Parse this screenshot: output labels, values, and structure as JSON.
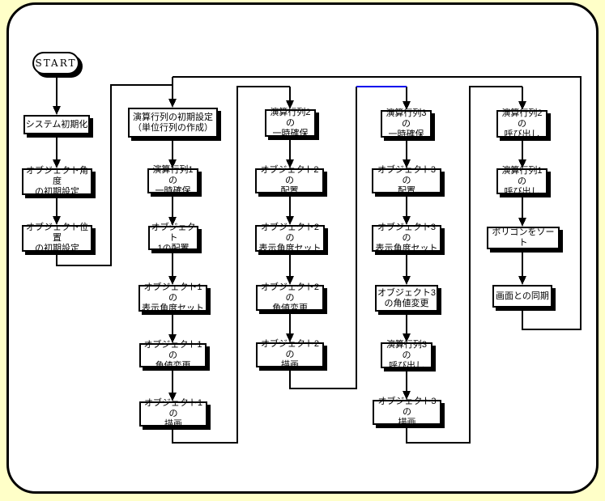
{
  "diagram": {
    "type": "flowchart",
    "language": "ja",
    "nodes": [
      {
        "id": "start",
        "label": "START"
      },
      {
        "id": "system-init",
        "label": "システム初期化"
      },
      {
        "id": "object-angle-init",
        "label": "オブジェクト角度\nの初期設定"
      },
      {
        "id": "object-position-init",
        "label": "オブジェクト位置\nの初期設定"
      },
      {
        "id": "matrix-init",
        "label": "演算行列の初期設定\n（単位行列の作成）"
      },
      {
        "id": "matrix1-alloc",
        "label": "演算行列1の\n一時確保"
      },
      {
        "id": "object1-place",
        "label": "オブジェクト\n1の配置"
      },
      {
        "id": "object1-angle-set",
        "label": "オブジェクト1の\n表示角度セット"
      },
      {
        "id": "object1-angle-change",
        "label": "オブジェクト1の\n角値変更"
      },
      {
        "id": "object1-draw",
        "label": "オブジェクト1の\n描画"
      },
      {
        "id": "matrix2-alloc",
        "label": "演算行列2の\n一時確保"
      },
      {
        "id": "object2-place",
        "label": "オブジェクト2の\n配置"
      },
      {
        "id": "object2-angle-set",
        "label": "オブジェクト2の\n表示角度セット"
      },
      {
        "id": "object2-angle-change",
        "label": "オブジェクト2の\n角値変更"
      },
      {
        "id": "object2-draw",
        "label": "オブジェクト2の\n描画"
      },
      {
        "id": "matrix3-alloc",
        "label": "演算行列3の\n一時確保"
      },
      {
        "id": "object3-place",
        "label": "オブジェクト3の\n配置"
      },
      {
        "id": "object3-angle-set",
        "label": "オブジェクト3の\n表示角度セット"
      },
      {
        "id": "object3-angle-change",
        "label": "オブジェクト3\nの角値変更"
      },
      {
        "id": "matrix3-call",
        "label": "演算行列3の\n呼び出し"
      },
      {
        "id": "object3-draw",
        "label": "オブジェクト3の\n描画"
      },
      {
        "id": "matrix2-call",
        "label": "演算行列2の\n呼び出し"
      },
      {
        "id": "matrix1-call",
        "label": "演算行列1の\n呼び出し"
      },
      {
        "id": "polygon-sort",
        "label": "ポリゴンをソート"
      },
      {
        "id": "screen-sync",
        "label": "画面との同期"
      }
    ],
    "flow_order": [
      "start",
      "system-init",
      "object-angle-init",
      "object-position-init",
      "matrix-init",
      "matrix1-alloc",
      "object1-place",
      "object1-angle-set",
      "object1-angle-change",
      "object1-draw",
      "matrix2-alloc",
      "object2-place",
      "object2-angle-set",
      "object2-angle-change",
      "object2-draw",
      "matrix3-alloc",
      "object3-place",
      "object3-angle-set",
      "object3-angle-change",
      "matrix3-call",
      "object3-draw",
      "matrix2-call",
      "matrix1-call",
      "polygon-sort",
      "screen-sync"
    ],
    "loop_back": {
      "from": "screen-sync",
      "to": "matrix-init"
    }
  },
  "colors": {
    "page_background": "#ffffc8",
    "frame_fill": "#ffffff",
    "frame_border": "#000000",
    "node_fill": "#ffffff",
    "node_border": "#000000",
    "node_shadow": "#000000",
    "connector": "#000000",
    "connector_highlight": "#0000ee"
  }
}
